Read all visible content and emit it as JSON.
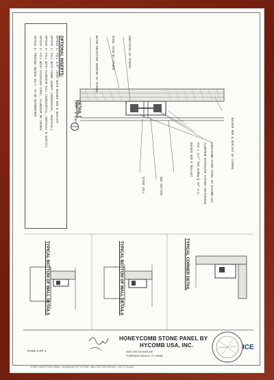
{
  "notes": {
    "header": "OPTIONAL INSERTS:",
    "lines": [
      "OPTION 1: FILL 3/8\" JOINT WITH BACKER ROD & SEALANT",
      "OPTION 2: FILL WITH FIBER INSERT (HORIZONTAL, VERTICAL)",
      "OPTION 3: FILL WITH ALUMINUM SILL (HORIZONTAL, VERTICAL & SOFFIT)",
      "OPTION 4: FILL WITH STAINLESS STEEL, ALUMINUM OR COPPER",
      "OPTION 5: PROVIDE RECESS ONLY, TO BE DETERMINED"
    ]
  },
  "details": {
    "typical_corner": "TYPICAL CORNER DETAIL",
    "typical_bottom": "TYPICAL BOTTOM OF WALL DETAILS",
    "typical_bottom_2": "TYPICAL BOTTOM OF WALL DETAILS",
    "detail_1": "DETAIL 1",
    "detail_1_sub": "(VERT. & HORIZ.)"
  },
  "callouts": {
    "c1": "BACKER ROD & SEALANT BY OTHERS",
    "c2": "HONEYCOMB STONE PANEL BY HYCOMB USA",
    "c3": "ALUMINUM EXTRUSION SYSTEM CONTINUOUS",
    "c4": "#10 x 3/4\" TEK SCREW @ 16\" O.C.",
    "c5": "BACKER ROD & SEALANT",
    "c6": "STONE SILL",
    "c7": "WATER RESISTIVE BARRIER BY OTHERS",
    "c8": "SEE SECTION",
    "c9": "STEEL STUD BY OTHERS",
    "c10": "SHEATHING BY OTHERS"
  },
  "title_block": {
    "title": "HONEYCOMB STONE PANEL BY",
    "company": "HYCOMB USA, INC.",
    "address_1": "2001 NW 26 AVENUE",
    "address_2": "POMPANO BEACH, FL 33069",
    "page": "PAGE 1 OF 4",
    "logo_text": "ICE",
    "footer": "HONEYCOMB STONE PANEL - ALUMINUM CLIP SYSTEM - WALL SECTION DETAILS - NOT TO SCALE"
  },
  "colors": {
    "frame": "#7a2314",
    "paper": "#fbfbf8",
    "ink": "#333333"
  }
}
